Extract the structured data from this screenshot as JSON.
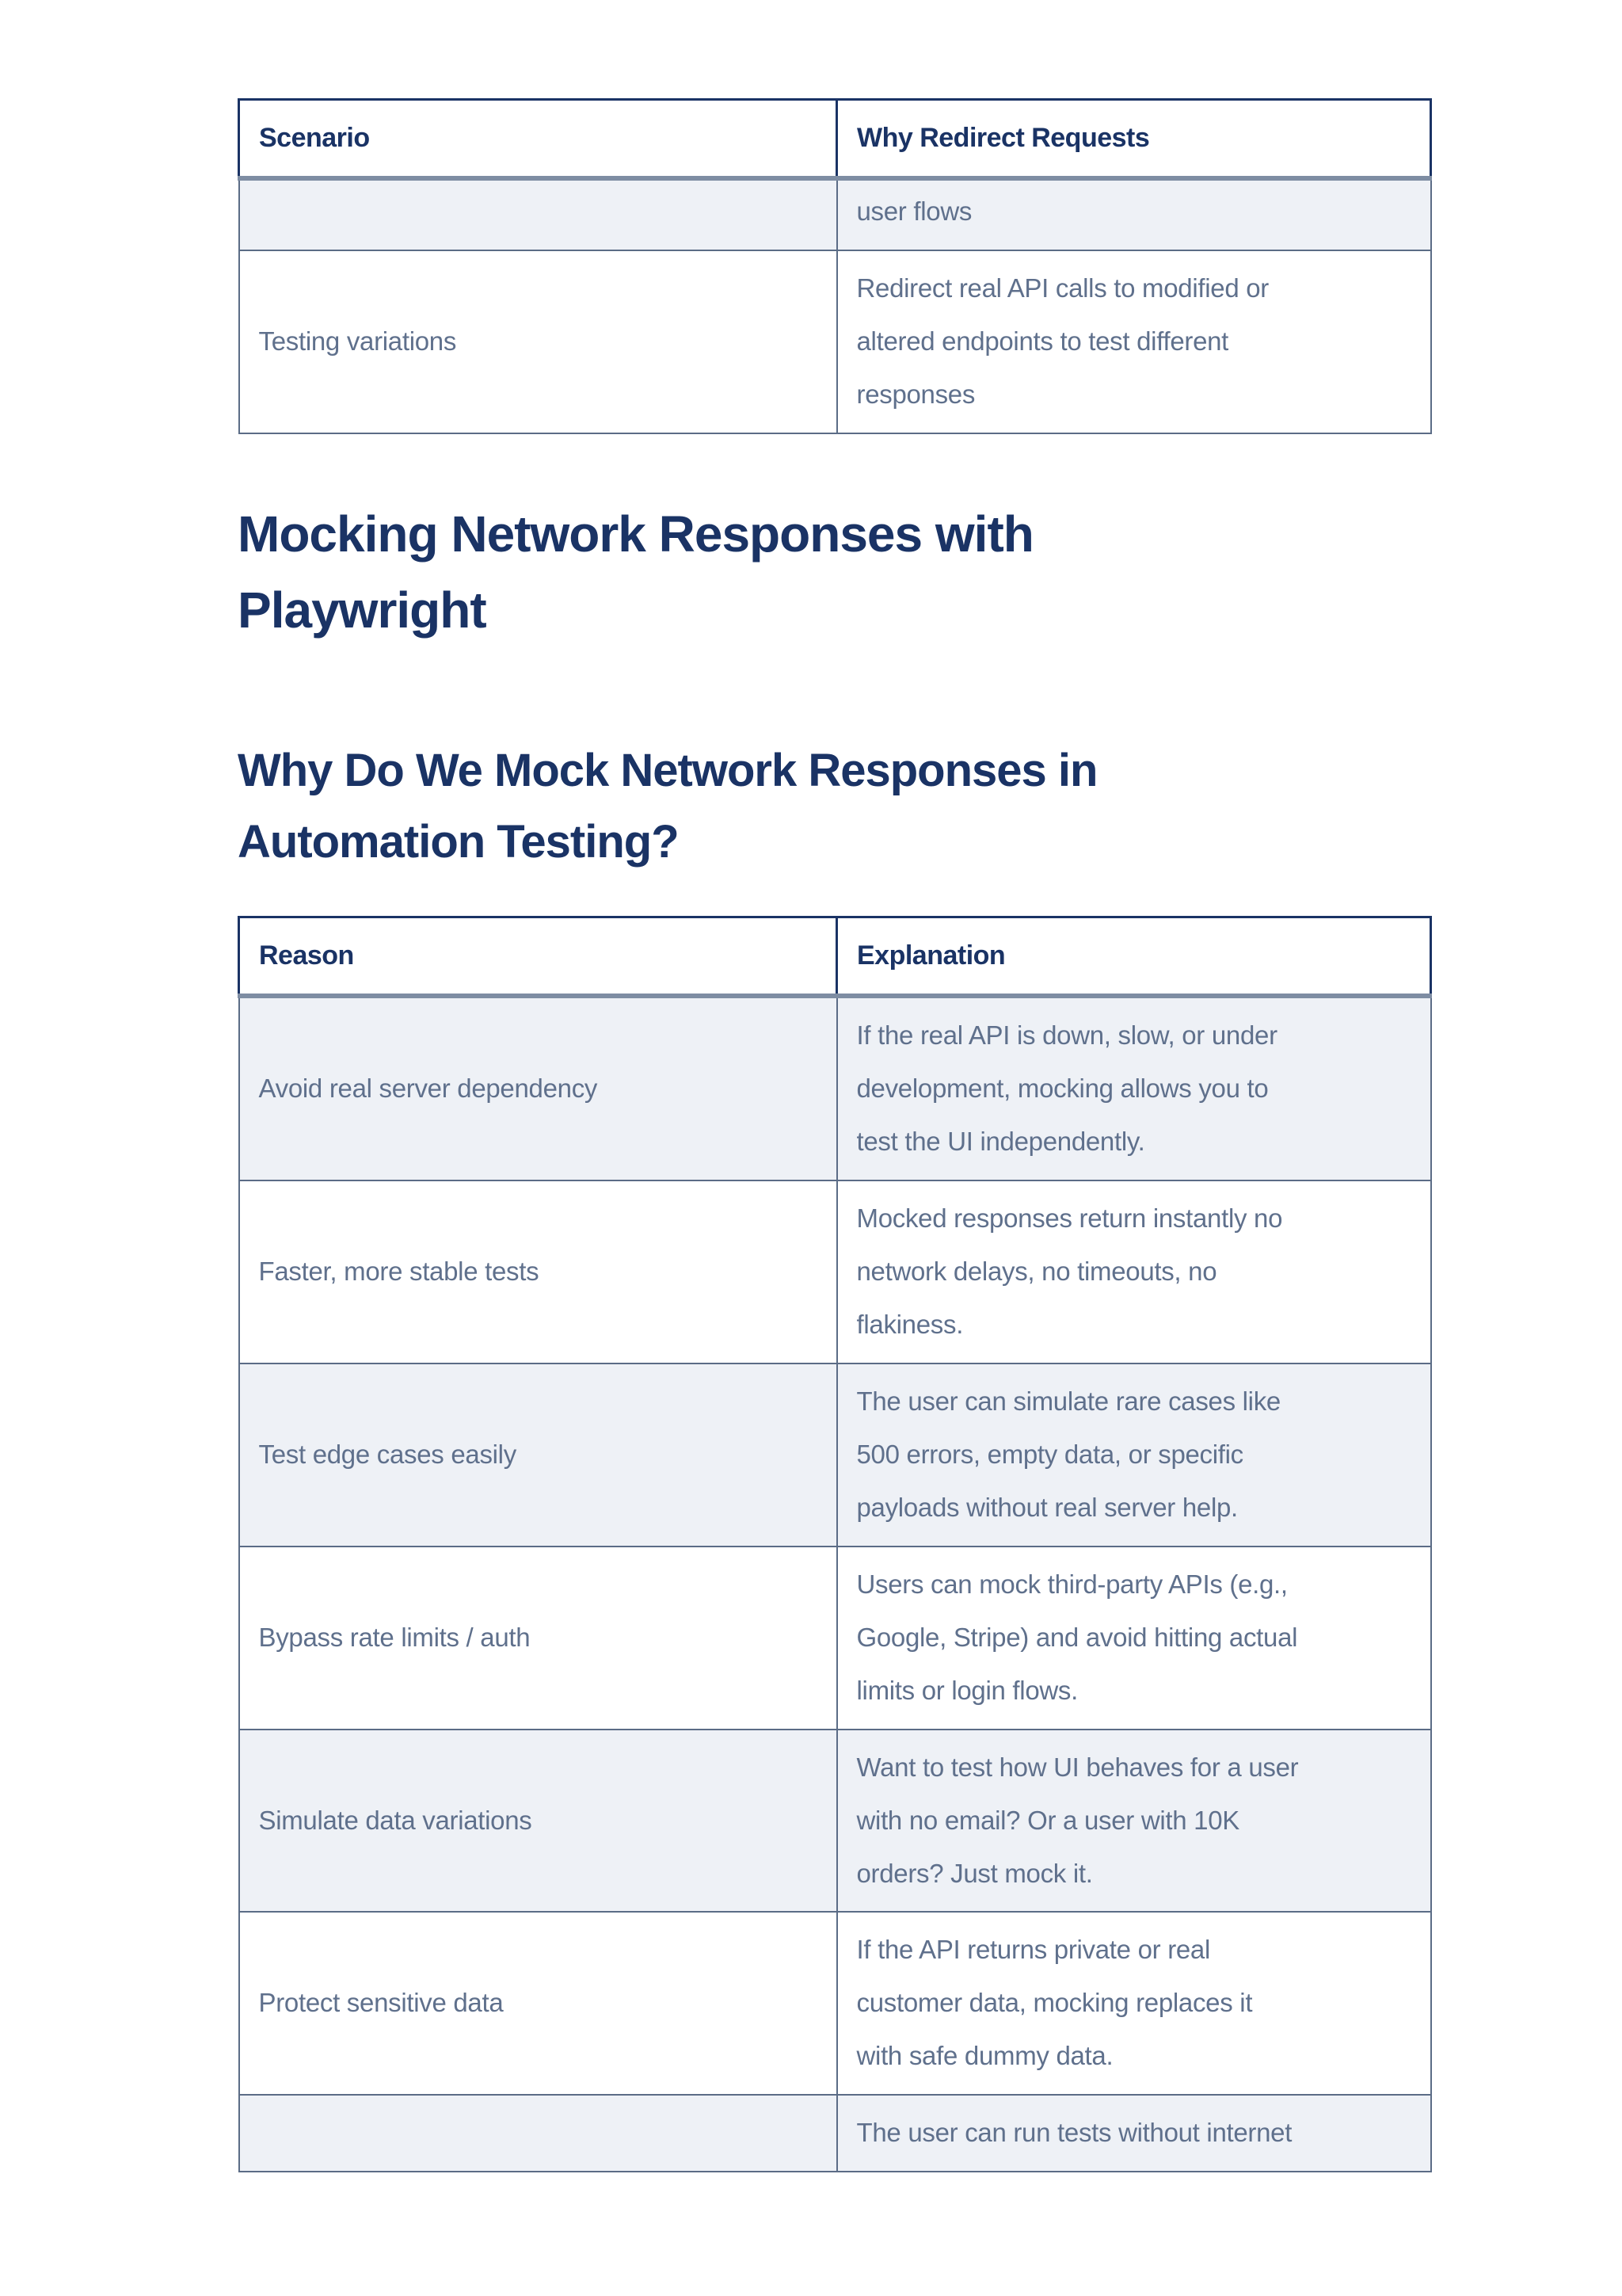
{
  "colors": {
    "heading_navy": "#1a3365",
    "body_text_slate": "#5f708c",
    "row_alt_background": "#eef1f6",
    "header_border_navy": "#1a3365",
    "body_border_slate": "#5b6c86",
    "header_bottom_band": "#7e8da3",
    "page_background": "#ffffff"
  },
  "redirect_table": {
    "headers": [
      "Scenario",
      "Why Redirect Requests"
    ],
    "rows": [
      {
        "scenario": "",
        "why": "user flows"
      },
      {
        "scenario": "Testing variations",
        "why": "Redirect real API calls to modified or\naltered endpoints to test different\nresponses"
      }
    ]
  },
  "headings": {
    "main": "Mocking Network Responses with\nPlaywright",
    "sub": "Why Do We Mock Network Responses in\nAutomation Testing?"
  },
  "mocking_table": {
    "headers": [
      "Reason",
      "Explanation"
    ],
    "rows": [
      {
        "reason": "Avoid real server dependency",
        "explanation": "If the real API is down, slow, or under\ndevelopment, mocking allows you to\ntest the UI independently."
      },
      {
        "reason": "Faster, more stable tests",
        "explanation": "Mocked responses return instantly no\nnetwork delays, no timeouts, no\nflakiness."
      },
      {
        "reason": "Test edge cases easily",
        "explanation": "The user can simulate rare cases like\n500 errors, empty data, or specific\npayloads without real server help."
      },
      {
        "reason": "Bypass rate limits / auth",
        "explanation": "Users can mock third-party APIs (e.g.,\nGoogle, Stripe) and avoid hitting actual\nlimits or login flows."
      },
      {
        "reason": "Simulate data variations",
        "explanation": "Want to test how UI behaves for a user\nwith no email? Or a user with 10K\norders? Just mock it."
      },
      {
        "reason": "Protect sensitive data",
        "explanation": "If the API returns private or real\ncustomer data, mocking replaces it\nwith safe dummy data."
      },
      {
        "reason": "",
        "explanation": "The user can run tests without internet"
      }
    ]
  }
}
